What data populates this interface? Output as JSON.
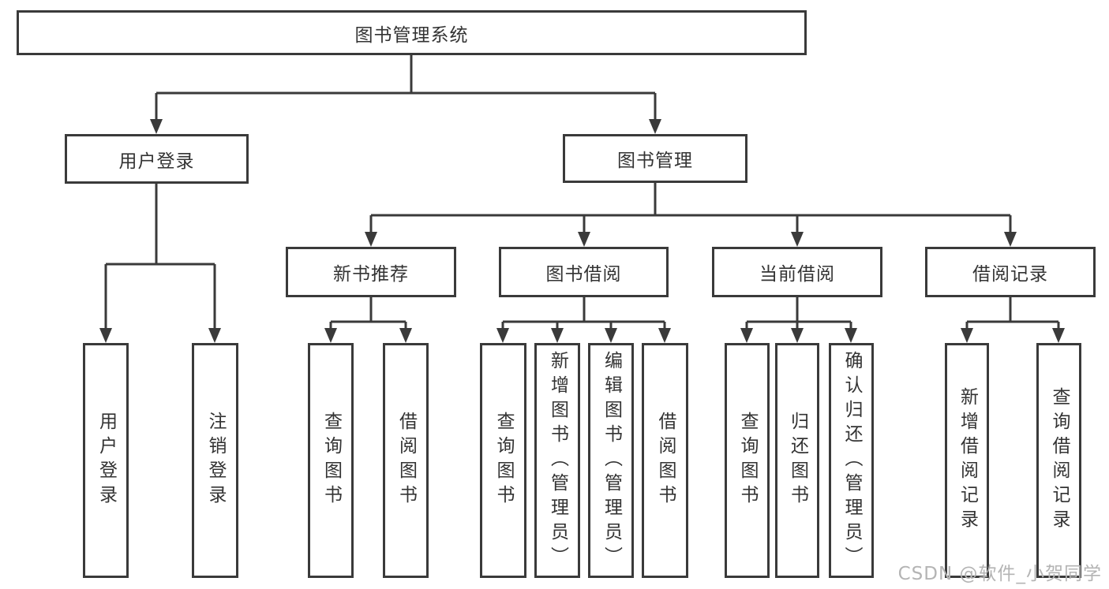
{
  "diagram": {
    "title": "图书管理系统",
    "colors": {
      "line": "#3a3a3a",
      "text": "#333333",
      "background": "#ffffff",
      "watermark": "#b4b4b4"
    },
    "nodes": {
      "root": "图书管理系统",
      "userLogin": "用户登录",
      "bookMgmt": "图书管理",
      "newBookRec": "新书推荐",
      "bookBorrow": "图书借阅",
      "currentBorrow": "当前借阅",
      "borrowRecords": "借阅记录",
      "leafUserLogin": "用户登录",
      "leafLogout": "注销登录",
      "leafNbrQuery": "查询图书",
      "leafNbrBorrow": "借阅图书",
      "leafBbQuery": "查询图书",
      "leafBbAdd": "新增图书（管理员）",
      "leafBbEdit": "编辑图书（管理员）",
      "leafBbBorrow": "借阅图书",
      "leafCbQuery": "查询图书",
      "leafCbReturn": "归还图书",
      "leafCbConfirm": "确认归还（管理员）",
      "leafBrAdd": "新增借阅记录",
      "leafBrQuery": "查询借阅记录"
    },
    "watermark": "CSDN @软件_小贺同学"
  }
}
